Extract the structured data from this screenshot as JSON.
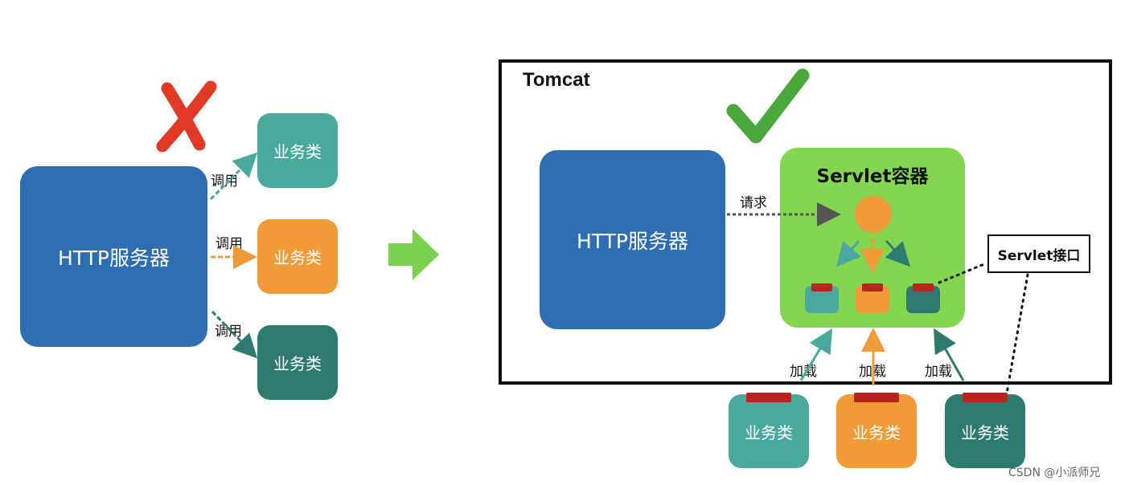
{
  "left": {
    "http_server": "HTTP服务器",
    "business_classes": [
      "业务类",
      "业务类",
      "业务类"
    ],
    "call_labels": [
      "调用",
      "调用",
      "调用"
    ]
  },
  "right": {
    "container_label": "Tomcat",
    "http_server": "HTTP服务器",
    "servlet_container": "Servlet容器",
    "request_label": "请求",
    "servlet_interface": "Servlet接口",
    "load_labels": [
      "加载",
      "加载",
      "加载"
    ],
    "business_classes": [
      "业务类",
      "业务类",
      "业务类"
    ]
  },
  "watermark": "CSDN @小派师兄",
  "colors": {
    "http_blue": "#2f6db3",
    "teal": "#4aa99d",
    "orange": "#f09a38",
    "dark_teal": "#2f7a70",
    "servlet_green": "#84d651",
    "arrow_green": "#7ad14f",
    "cross_red": "#e03a24",
    "check_green": "#4aa83a",
    "tab_red": "#b5261c"
  },
  "icons": [
    "cross-icon",
    "checkmark-icon",
    "right-arrow-icon"
  ]
}
